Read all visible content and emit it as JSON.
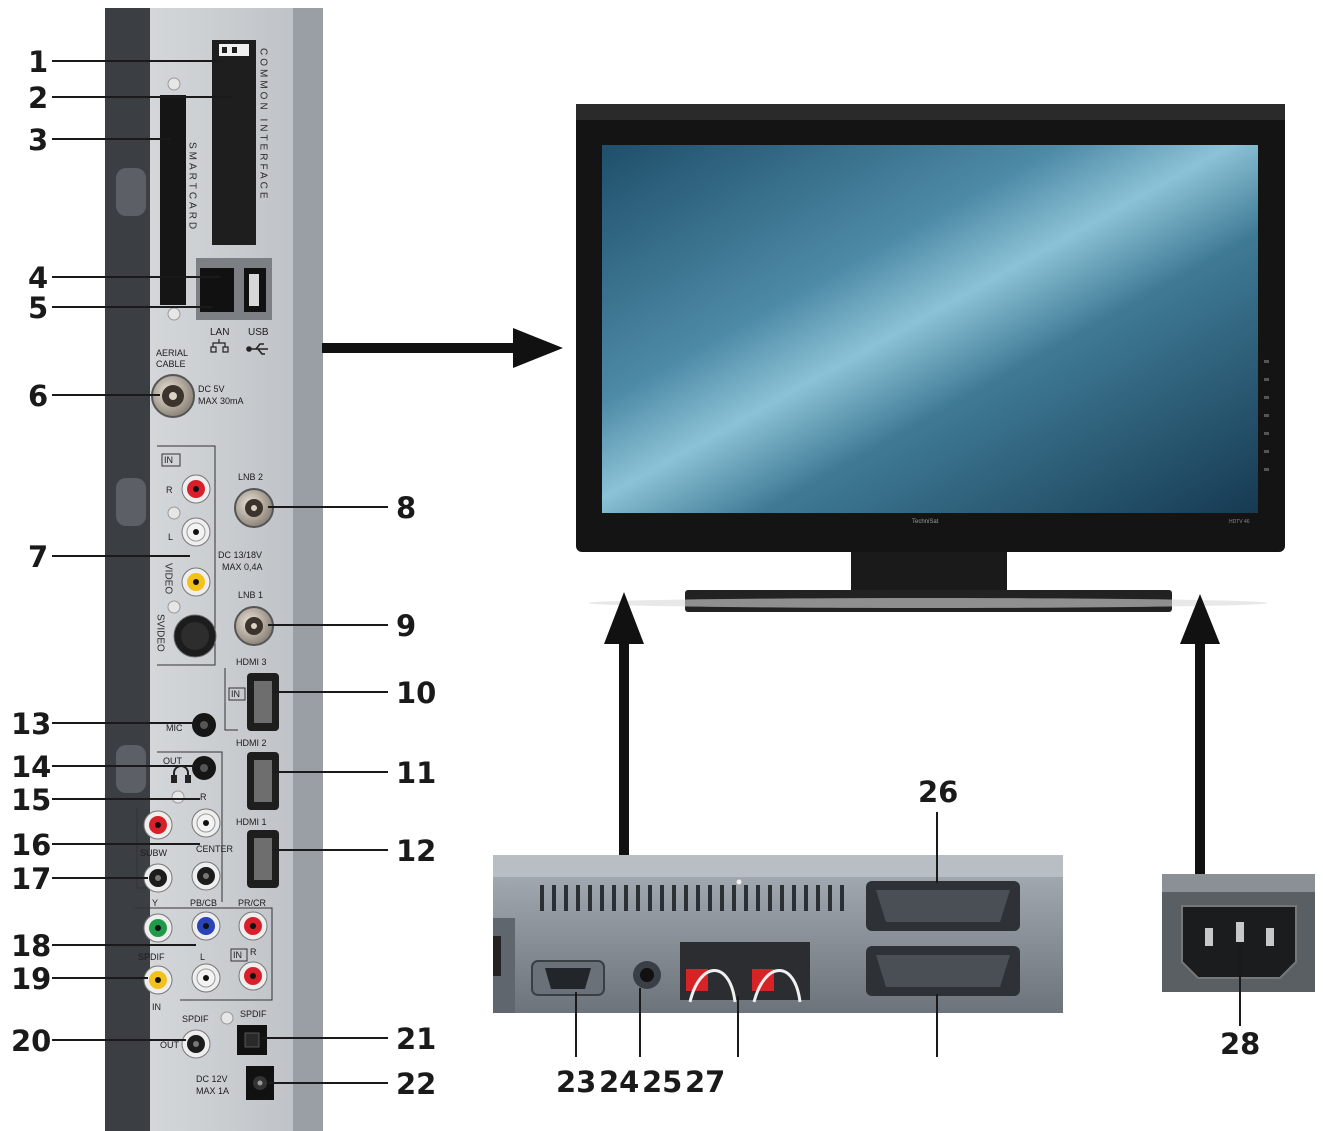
{
  "labels": {
    "n1": "1",
    "n2": "2",
    "n3": "3",
    "n4": "4",
    "n5": "5",
    "n6": "6",
    "n7": "7",
    "n8": "8",
    "n9": "9",
    "n10": "10",
    "n11": "11",
    "n12": "12",
    "n13": "13",
    "n14": "14",
    "n15": "15",
    "n16": "16",
    "n17": "17",
    "n18": "18",
    "n19": "19",
    "n20": "20",
    "n21": "21",
    "n22": "22",
    "n23": "23",
    "n24": "24",
    "n25": "25",
    "n26": "26",
    "n27": "27",
    "n28": "28"
  },
  "panel": {
    "common_interface": "COMMON INTERFACE",
    "smartcard": "SMARTCARD",
    "lan": "LAN",
    "usb": "USB",
    "aerial": "AERIAL",
    "cable": "CABLE",
    "dc5v": "DC 5V",
    "max30": "MAX 30mA",
    "in_top": "IN",
    "r_top": "R",
    "l_top": "L",
    "video": "VIDEO",
    "svideo": "SVIDEO",
    "lnb2": "LNB 2",
    "dc1318": "DC 13/18V",
    "max04": "MAX 0,4A",
    "lnb1": "LNB 1",
    "hdmi3": "HDMI 3",
    "in_hdmi": "IN",
    "hdmi2": "HDMI 2",
    "hdmi1": "HDMI 1",
    "mic": "MIC",
    "out": "OUT",
    "r_out": "R",
    "subw": "SUBW",
    "center": "CENTER",
    "y": "Y",
    "pbcb": "PB/CB",
    "prcr": "PR/CR",
    "spdif_in": "SPDIF",
    "in_bottom": "IN",
    "l_bottom": "L",
    "r_bottom": "R",
    "in_sp": "IN",
    "spdif_out": "SPDIF",
    "out2": "OUT",
    "spdif_opt": "SPDIF",
    "dc12v": "DC 12V",
    "max1a": "MAX 1A"
  },
  "tv": {
    "brand": "TechniSat",
    "model": "HDTV 46"
  },
  "colors": {
    "panel": "#c9cdd1",
    "body": "#4a4d52",
    "rca_red": "#d8202a",
    "rca_yellow": "#f2c21a",
    "rca_green": "#1f9a4a",
    "rca_blue": "#2844b8",
    "screen": "#3f7a95"
  }
}
